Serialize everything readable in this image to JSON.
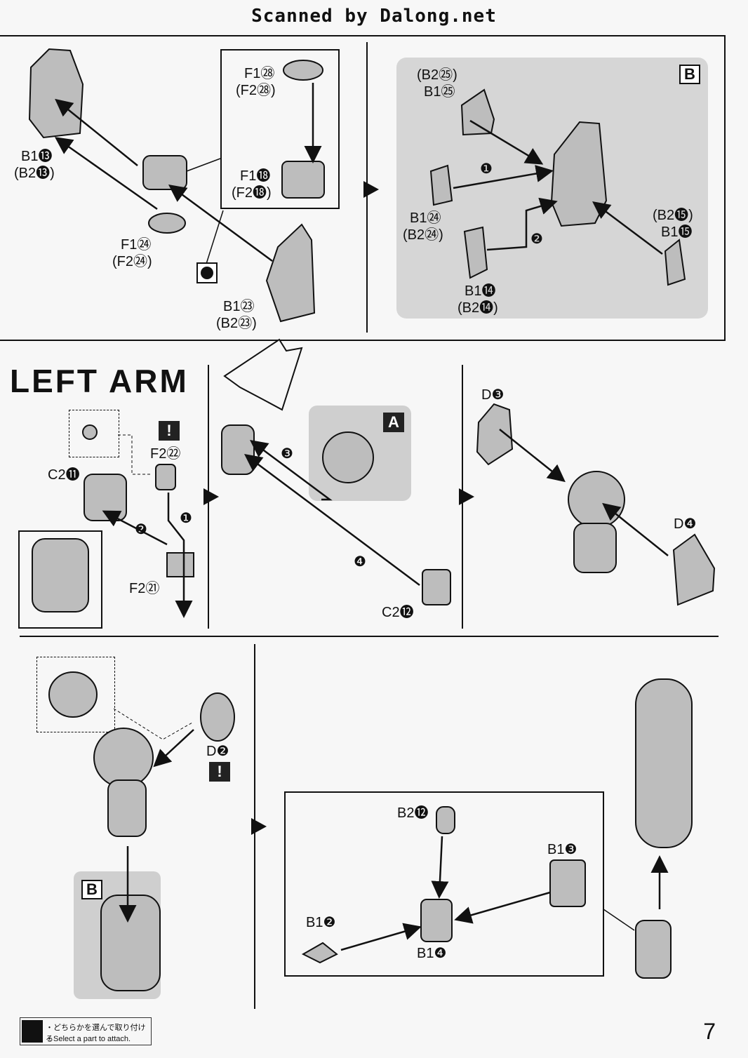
{
  "header": "Scanned by Dalong.net",
  "section_title": "LEFT ARM",
  "page_number": "7",
  "sub_box_tags": [
    "A",
    "B"
  ],
  "labels": {
    "b1_13": "B1⓭",
    "b2_13": "(B2⓭)",
    "f1_28": "F1㉘",
    "f2_28": "(F2㉘)",
    "f1_18": "F1⓲",
    "f2_18": "(F2⓲)",
    "f1_24": "F1㉔",
    "f2_24": "(F2㉔)",
    "b1_23": "B1㉓",
    "b2_23": "(B2㉓)",
    "b2_25": "(B2㉕)",
    "b1_25": "B1㉕",
    "b1_24": "B1㉔",
    "b2_24": "(B2㉔)",
    "b2_15": "(B2⓯)",
    "b1_15": "B1⓯",
    "b1_14": "B1⓮",
    "b2_14": "(B2⓮)",
    "step_1": "❶",
    "step_2": "❷",
    "step_3": "❸",
    "step_4": "❹",
    "c2_11": "C2⓫",
    "f2_22": "F2㉒",
    "f2_21": "F2㉑",
    "d3": "D❸",
    "d4": "D❹",
    "c2_12": "C2⓬",
    "d2": "D❷",
    "b2_12": "B2⓬",
    "b1_3": "B1❸",
    "b1_2": "B1❷",
    "b1_4": "B1❹"
  },
  "footer_note": {
    "jp": "・どちらかを選んで取り付ける",
    "en": "・Select a part to attach."
  },
  "colors": {
    "line": "#111111",
    "panel_gray": "#d6d6d6",
    "part_fill": "#bdbdbd"
  }
}
